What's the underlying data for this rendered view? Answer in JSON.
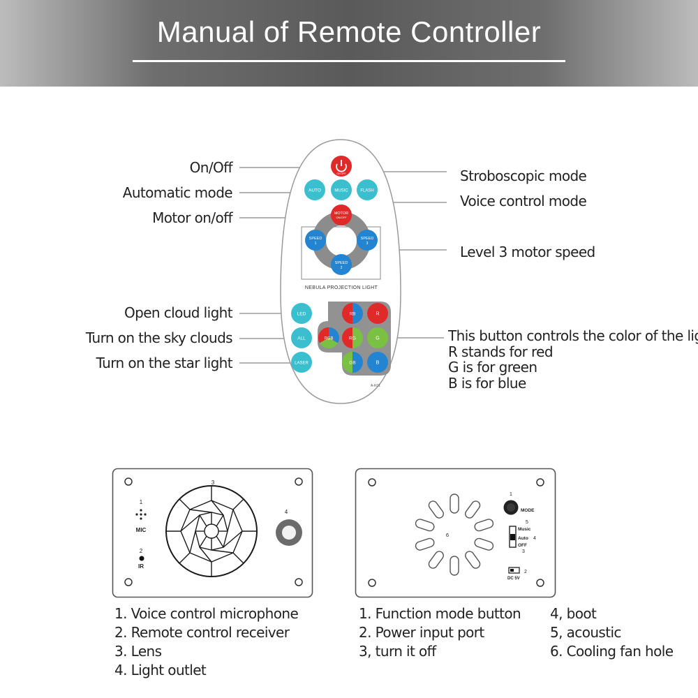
{
  "header": {
    "title": "Manual of Remote Controller"
  },
  "remote": {
    "labels_left": [
      "On/Off",
      "Automatic mode",
      "Motor on/off",
      "Open cloud light",
      "Turn on the sky clouds",
      "Turn on the star light"
    ],
    "labels_right": [
      "Stroboscopic mode",
      "Voice control mode",
      "Level 3 motor speed"
    ],
    "color_note": [
      "This button controls the color of the light",
      "R stands for red",
      "G is for green",
      "B is for blue"
    ],
    "buttons": {
      "onoff": "ON OFF",
      "auto": "AUTO",
      "music": "MUSIC",
      "flash": "FLASH",
      "motor": "MOTOR",
      "motor_sub": "ON/OFF",
      "speed": "SPEED",
      "speed1": "1",
      "speed2": "2",
      "speed3": "3",
      "led": "LED",
      "all": "ALL",
      "laser": "LASER",
      "rgb": "RGB",
      "rb": "RB",
      "r": "R",
      "rg": "RG",
      "g": "G",
      "gb": "GB",
      "b": "B"
    },
    "brand": "NEBULA PROJECTION LIGHT",
    "model": "A-K01",
    "colors": {
      "red": "#e02a2a",
      "green": "#7ac143",
      "blue": "#2384d1",
      "teal": "#3bbfcf",
      "gray_ring": "#8c8c8c"
    }
  },
  "device_front": {
    "marks": {
      "mic_num": "1",
      "mic": "MIC",
      "ir_num": "2",
      "ir": "IR",
      "lens_num": "3",
      "outlet_num": "4"
    },
    "legend": [
      "1. Voice control microphone",
      "2. Remote control receiver",
      "3. Lens",
      "4. Light outlet"
    ]
  },
  "device_back": {
    "marks": {
      "mode_num": "1",
      "mode": "MODE",
      "music_num": "5",
      "music": "Music",
      "auto": "Auto",
      "auto_num": "4",
      "off": "OFF",
      "off_num": "3",
      "dc_num": "2",
      "dc": "DC 5V",
      "fan_num": "6"
    },
    "legend_left": [
      "1. Function mode button",
      "2. Power input port",
      "3, turn it off"
    ],
    "legend_right": [
      "4, boot",
      "5, acoustic",
      "6. Cooling fan hole"
    ]
  }
}
